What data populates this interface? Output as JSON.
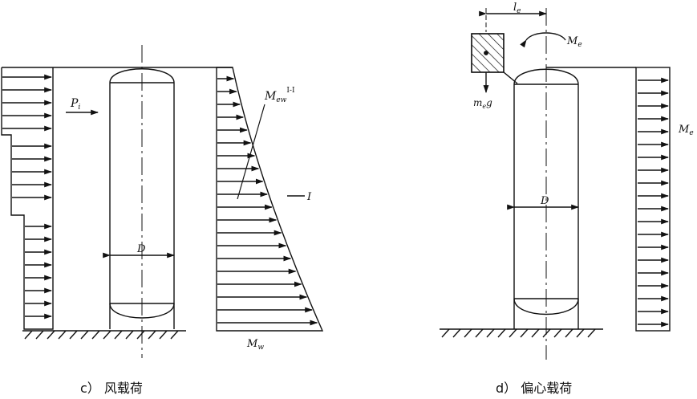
{
  "diagram_c": {
    "caption": "c） 风载荷",
    "labels": {
      "wind_force": "P",
      "wind_force_sub": "i",
      "moment_upper": "M",
      "moment_upper_sub": "ew",
      "moment_upper_sup": "I-I",
      "section_mark": "I",
      "diameter": "D",
      "moment_base": "M",
      "moment_base_sub": "w"
    }
  },
  "diagram_d": {
    "caption": "d） 偏心载荷",
    "labels": {
      "eccentricity": "l",
      "eccentricity_sub": "e",
      "moment_top": "M",
      "moment_top_sub": "e",
      "weight": "m",
      "weight_sub": "e",
      "weight_g": "g",
      "diameter": "D",
      "moment_right": "M",
      "moment_right_sub": "e"
    }
  },
  "colors": {
    "ink": "#111111",
    "background": "#ffffff"
  }
}
